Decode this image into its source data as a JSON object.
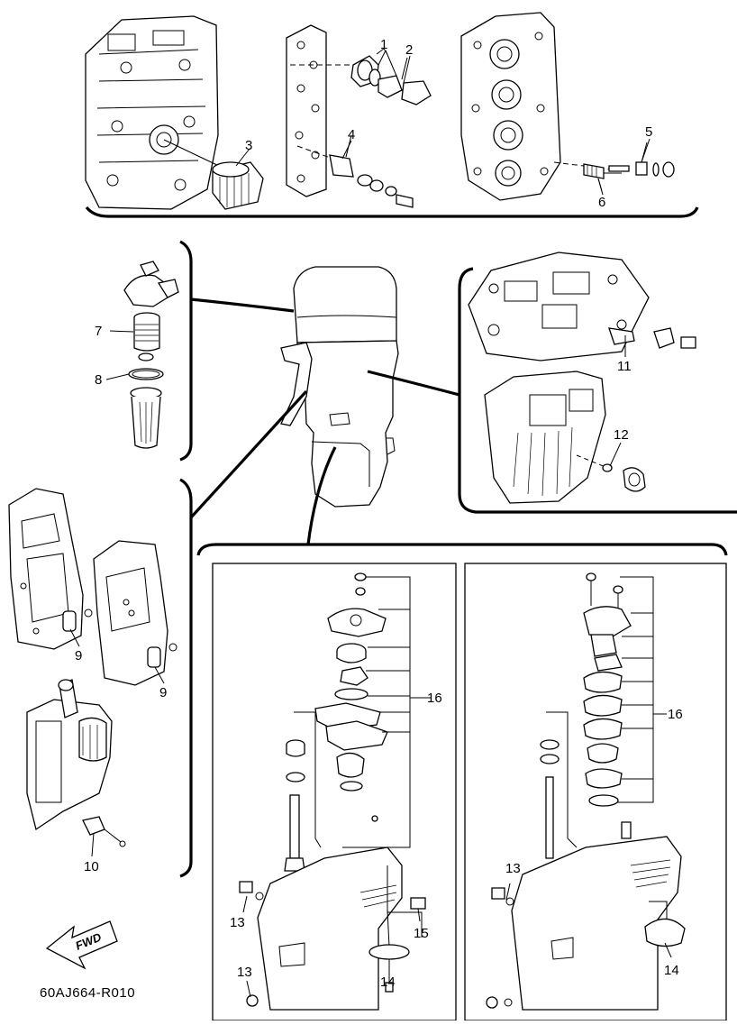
{
  "diagram": {
    "callouts": [
      "1",
      "2",
      "3",
      "4",
      "5",
      "6",
      "7",
      "8",
      "9",
      "9",
      "10",
      "11",
      "12",
      "13",
      "13",
      "13",
      "14",
      "14",
      "15",
      "16",
      "16"
    ],
    "drawing_code": "60AJ664-R010",
    "fwd_label": "FWD"
  }
}
